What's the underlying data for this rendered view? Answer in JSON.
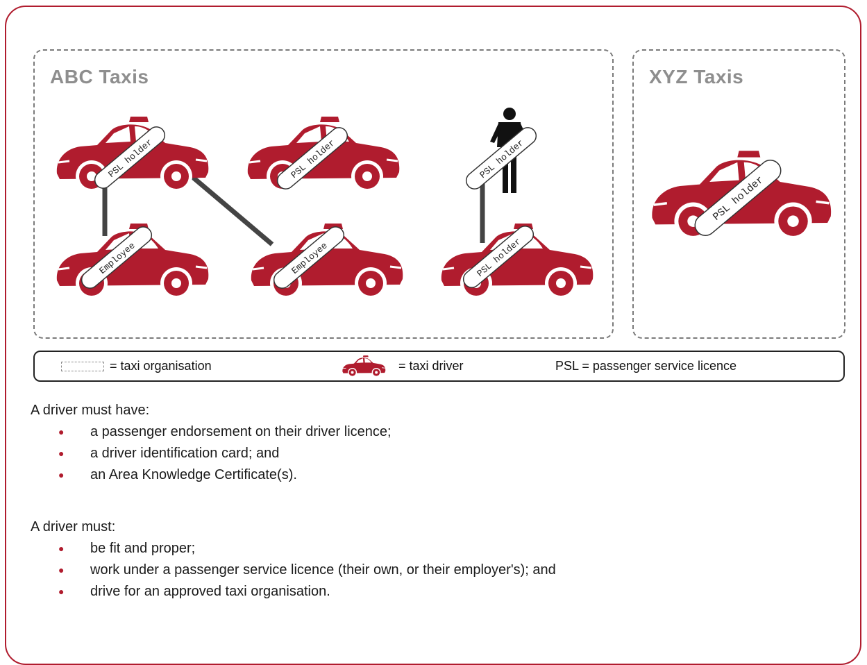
{
  "organisations": {
    "abc": {
      "title": "ABC Taxis"
    },
    "xyz": {
      "title": "XYZ Taxis"
    }
  },
  "badges": {
    "psl_holder": "PSL holder",
    "employee": "Employee",
    "psl_holder_xyz": "PSL holder"
  },
  "legend": {
    "organisation": "= taxi organisation",
    "driver": "= taxi driver",
    "psl": "PSL = passenger service licence"
  },
  "requirements": {
    "have_heading": "A driver must have:",
    "have_items": [
      "a passenger endorsement on their driver licence;",
      "a driver identification card; and",
      "an Area Knowledge Certificate(s)."
    ],
    "must_heading": "A driver must:",
    "must_items": [
      "be fit and proper;",
      "work under a passenger service licence (their own, or their employer's); and",
      "drive for an approved taxi organisation."
    ]
  },
  "colors": {
    "accent": "#b01c2e",
    "car": "#b01c2e",
    "link": "#444444",
    "dash": "#7a7a7a"
  },
  "icons": [
    "taxi-icon",
    "person-icon",
    "legend-taxi-icon"
  ]
}
